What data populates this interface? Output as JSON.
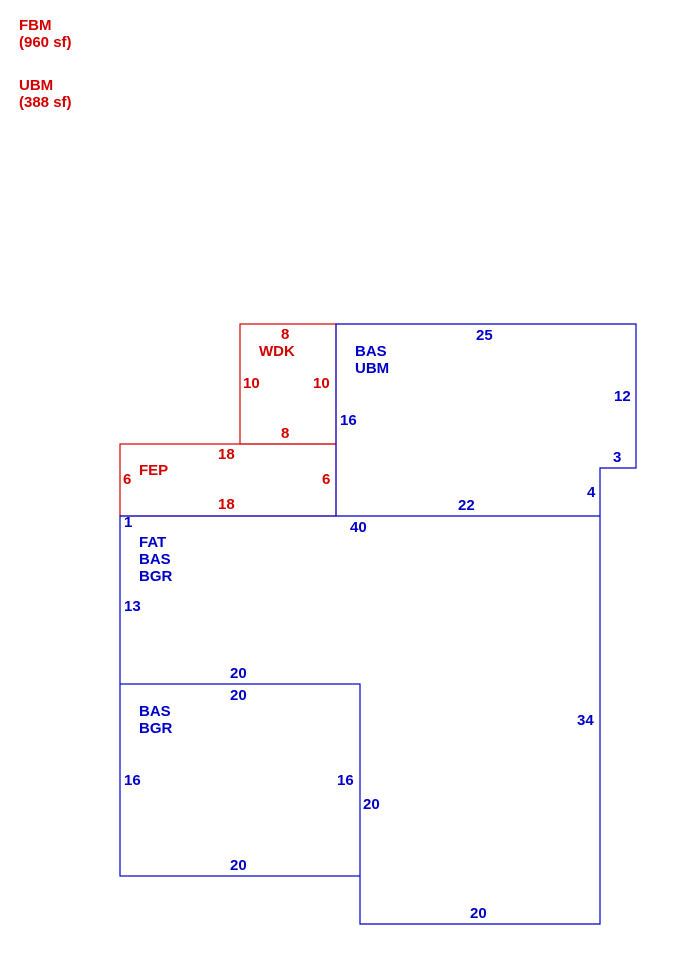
{
  "colors": {
    "red": "#d40000",
    "blue": "#0000c8"
  },
  "legend": [
    {
      "code": "FBM",
      "area": "(960 sf)"
    },
    {
      "code": "UBM",
      "area": "(388 sf)"
    }
  ],
  "sketch": {
    "wdk": {
      "codes": [
        "WDK"
      ],
      "top": "8",
      "bottom": "8",
      "left": "10",
      "right": "10"
    },
    "fep": {
      "codes": [
        "FEP"
      ],
      "top": "18",
      "bottom": "18",
      "left": "6",
      "right": "6"
    },
    "upper": {
      "codes": [
        "BAS",
        "UBM"
      ],
      "top": "25",
      "right": "12",
      "notch_top": "3",
      "notch_right": "4",
      "bottom": "22",
      "left": "16"
    },
    "main": {
      "codes": [
        "FAT",
        "BAS",
        "BGR"
      ],
      "top": "40",
      "top_left": "1",
      "left": "13",
      "mid": "20",
      "right": "34",
      "inner_right": "20",
      "bottom": "20"
    },
    "lower": {
      "codes": [
        "BAS",
        "BGR"
      ],
      "top": "20",
      "bottom": "20",
      "left": "16",
      "right": "16"
    }
  }
}
